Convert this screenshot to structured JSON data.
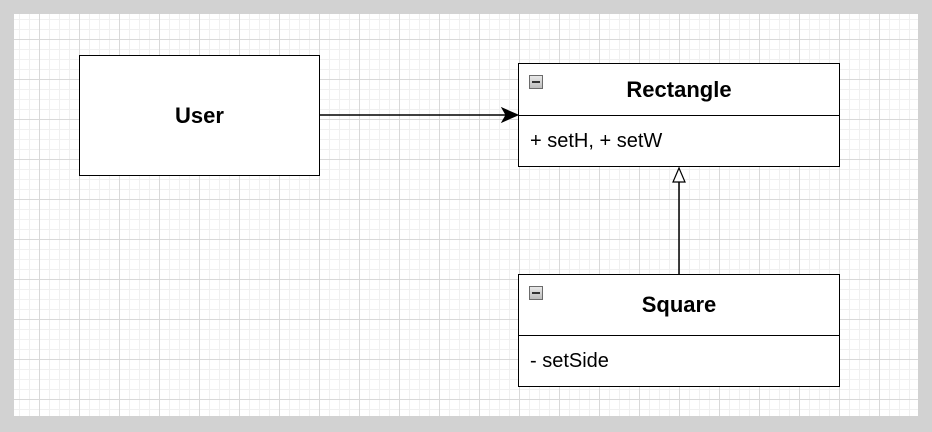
{
  "diagram": {
    "user": {
      "label": "User"
    },
    "rectangle": {
      "title": "Rectangle",
      "members": "+ setH, + setW"
    },
    "square": {
      "title": "Square",
      "members": "- setSide"
    }
  },
  "colors": {
    "background_outer": "#d2d2d2",
    "page": "#ffffff",
    "grid_major": "#d9d9d9",
    "grid_minor": "#f0f0f0",
    "stroke": "#000000"
  },
  "icons": {
    "collapse": "minus-square-icon",
    "association_arrow": "filled-arrowhead",
    "inheritance_arrow": "hollow-triangle-arrowhead"
  }
}
